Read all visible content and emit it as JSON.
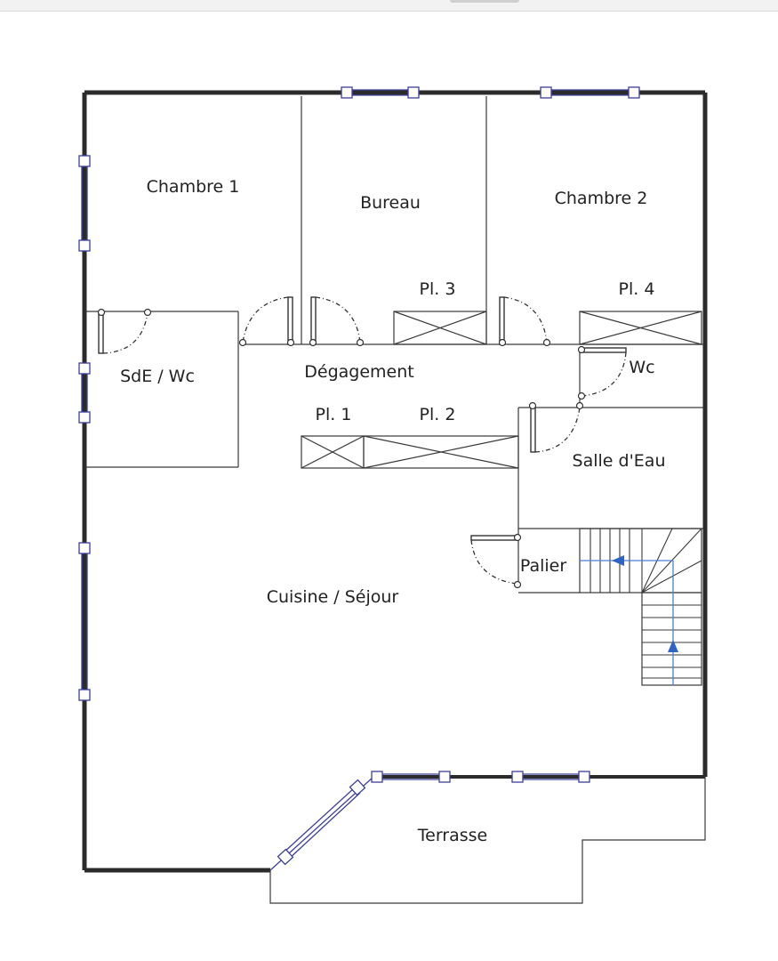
{
  "rooms": {
    "chambre1": "Chambre 1",
    "bureau": "Bureau",
    "chambre2": "Chambre 2",
    "pl3": "Pl. 3",
    "pl4": "Pl. 4",
    "sde_wc": "SdE / Wc",
    "degagement": "Dégagement",
    "wc": "Wc",
    "pl1": "Pl. 1",
    "pl2": "Pl. 2",
    "salle_eau": "Salle d'Eau",
    "palier": "Palier",
    "cuisine_sejour": "Cuisine / Séjour",
    "terrasse": "Terrasse"
  },
  "colors": {
    "wall": "#2b2b2b",
    "window": "#3b3f9b",
    "stair_arrow": "#2f63c4",
    "background": "#ffffff"
  }
}
